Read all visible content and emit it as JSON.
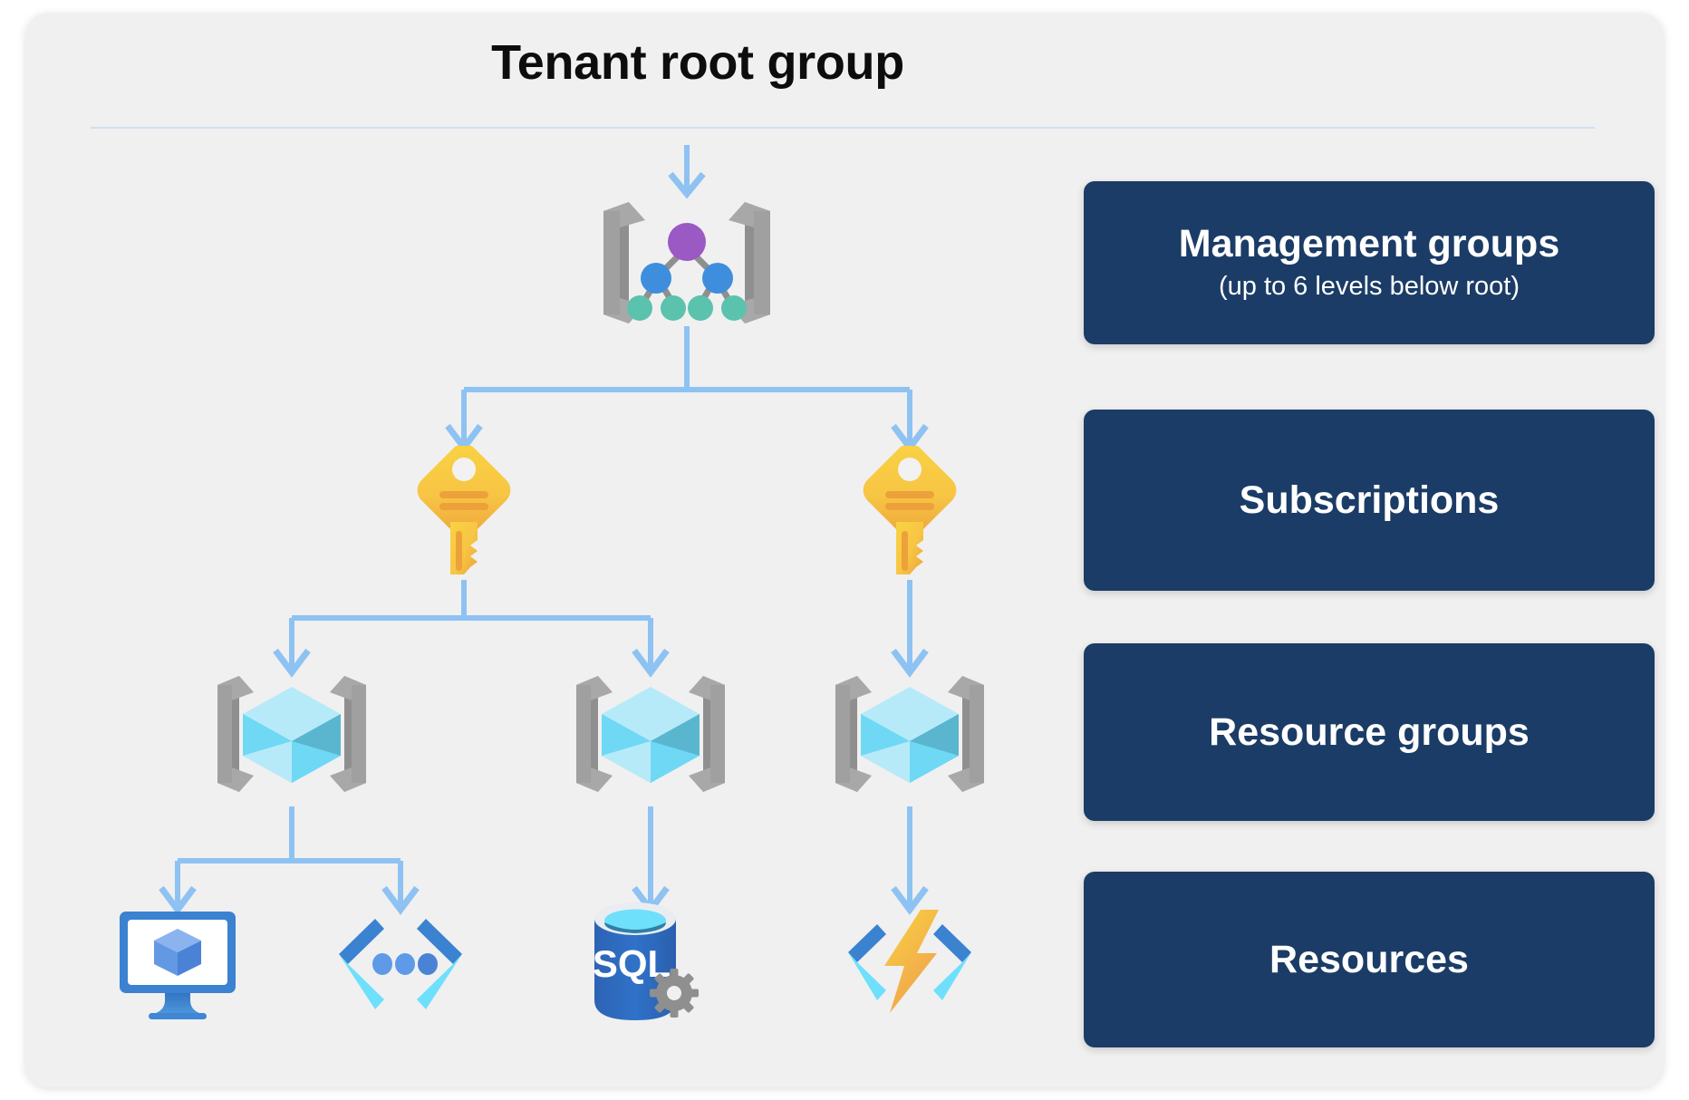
{
  "diagram": {
    "title": "Tenant root group",
    "type": "hierarchy-tree",
    "background_color": "#f0f0f0",
    "connector_color": "#8ec2f2",
    "accent_color": "#1b3c66"
  },
  "legend": {
    "cards": [
      {
        "id": "management-groups",
        "title": "Management groups",
        "subtitle": "(up to 6 levels below root)",
        "color": "#1b3c66"
      },
      {
        "id": "subscriptions",
        "title": "Subscriptions",
        "subtitle": "",
        "color": "#1b3c66"
      },
      {
        "id": "resource-groups",
        "title": "Resource groups",
        "subtitle": "",
        "color": "#1b3c66"
      },
      {
        "id": "resources",
        "title": "Resources",
        "subtitle": "",
        "color": "#1b3c66"
      }
    ]
  },
  "nodes": {
    "management_group": {
      "icon": "management-group-icon",
      "level": "Management groups",
      "root_node_color": "#9b59c4",
      "mid_node_color": "#3f8ede",
      "leaf_node_color": "#5bc2ad",
      "bracket_color": "#9a9a9a"
    },
    "subscriptions": [
      {
        "icon": "key-icon",
        "level": "Subscriptions",
        "color": "#f7c948"
      },
      {
        "icon": "key-icon",
        "level": "Subscriptions",
        "color": "#f7c948"
      }
    ],
    "resource_groups": [
      {
        "icon": "resource-group-icon",
        "level": "Resource groups",
        "color": "#6fd8f5"
      },
      {
        "icon": "resource-group-icon",
        "level": "Resource groups",
        "color": "#6fd8f5"
      },
      {
        "icon": "resource-group-icon",
        "level": "Resource groups",
        "color": "#6fd8f5"
      }
    ],
    "resources": [
      {
        "icon": "virtual-machine-icon",
        "label": "",
        "level": "Resources",
        "color": "#3b82d0"
      },
      {
        "icon": "app-service-icon",
        "label": "",
        "level": "Resources",
        "color": "#3b82d0"
      },
      {
        "icon": "sql-database-icon",
        "label": "SQL",
        "level": "Resources",
        "color": "#2d6cc0"
      },
      {
        "icon": "function-app-icon",
        "label": "",
        "level": "Resources",
        "color": "#f0a93e"
      }
    ]
  }
}
